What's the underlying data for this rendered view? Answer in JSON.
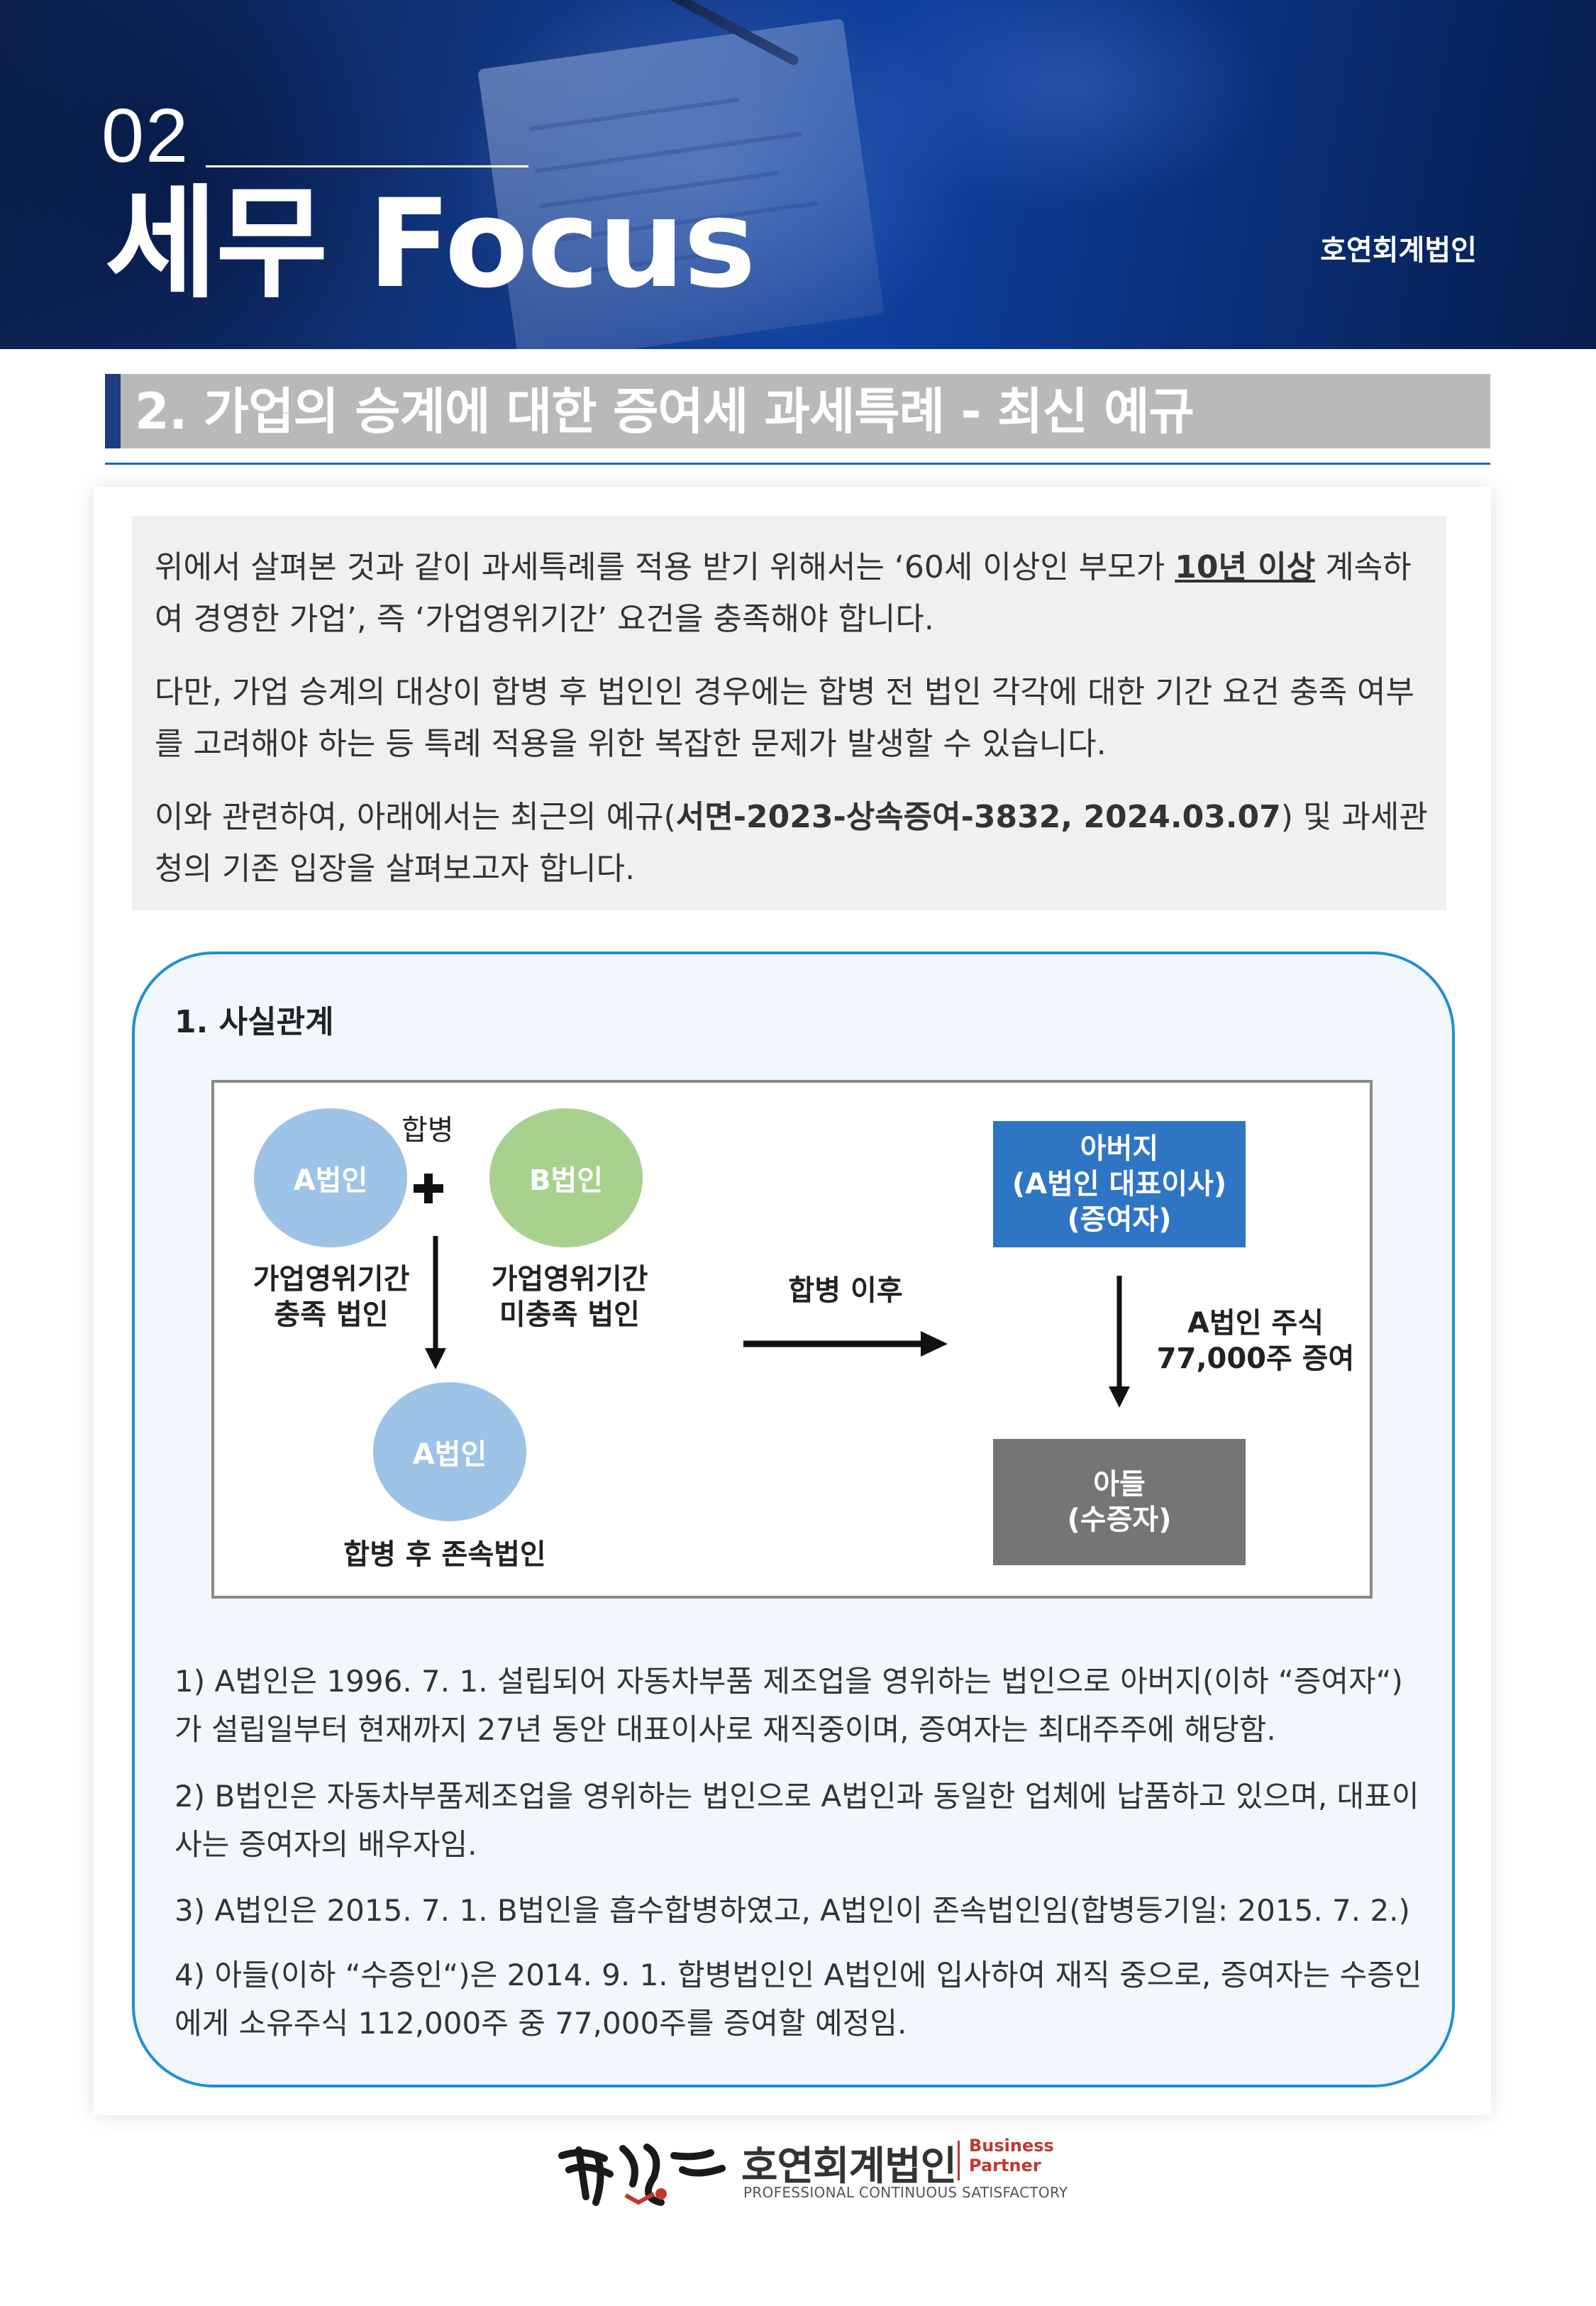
{
  "header": {
    "number": "02",
    "title": "세무 Focus",
    "firm": "호연회계법인"
  },
  "section": {
    "title": "2. 가업의 승계에 대한 증여세 과세특례 - 최신 예규"
  },
  "intro": {
    "p1_a": " 위에서 살펴본 것과 같이 과세특례를 적용 받기 위해서는 ‘60세 이상인 부모가 ",
    "p1_em": "10년 이상",
    "p1_b": " 계속하여 경영한 가업’, 즉 ‘가업영위기간’ 요건을 충족해야 합니다.",
    "p2": " 다만, 가업 승계의 대상이 합병 후 법인인 경우에는 합병 전 법인 각각에 대한 기간 요건 충족 여부를 고려해야 하는 등 특례 적용을 위한 복잡한 문제가 발생할 수 있습니다.",
    "p3_a": " 이와 관련하여, 아래에서는 최근의 예규(",
    "p3_em": "서면-2023-상속증여-3832, 2024.03.07",
    "p3_b": ") 및 과세관청의 기존 입장을 살펴보고자 합니다."
  },
  "facts": {
    "title": "1. 사실관계",
    "diagram": {
      "merge_label": "합병",
      "corp_a": "A법인",
      "corp_b": "B법인",
      "corp_a_desc": "가업영위기간\n충족 법인",
      "corp_b_desc": "가업영위기간\n미충족 법인",
      "corp_a_after": "A법인",
      "survivor_label": "합병 후 존속법인",
      "after_merge": "합병 이후",
      "father": "아버지\n(A법인 대표이사)\n(증여자)",
      "gift_desc": "A법인 주식\n77,000주 증여",
      "son": "아들\n(수증자)"
    },
    "items": [
      "1) A법인은 1996. 7. 1. 설립되어 자동차부품 제조업을 영위하는 법인으로 아버지(이하 “증여자“)가 설립일부터 현재까지 27년 동안 대표이사로 재직중이며, 증여자는 최대주주에 해당함.",
      "2) B법인은 자동차부품제조업을 영위하는 법인으로 A법인과 동일한 업체에 납품하고 있으며, 대표이사는 증여자의 배우자임.",
      "3) A법인은 2015. 7. 1. B법인을 흡수합병하였고, A법인이 존속법인임(합병등기일: 2015. 7. 2.)",
      "4) 아들(이하 “수증인“)은 2014. 9. 1. 합병법인인 A법인에 입사하여 재직 중으로, 증여자는 수증인에게 소유주식 112,000주 중 77,000주를 증여할 예정임."
    ]
  },
  "footer": {
    "name": "호연회계법인",
    "badge_line1": "Business",
    "badge_line2": "Partner",
    "tagline": "PROFESSIONAL CONTINUOUS SATISFACTORY"
  },
  "colors": {
    "brand_blue": "#1e3c80",
    "accent_blue": "#1e8fd6",
    "box_blue": "#2e75c4",
    "circle_blue": "#9dc3e6",
    "circle_green": "#a8d18d",
    "box_gray": "#757575",
    "brand_red": "#c0392b"
  }
}
